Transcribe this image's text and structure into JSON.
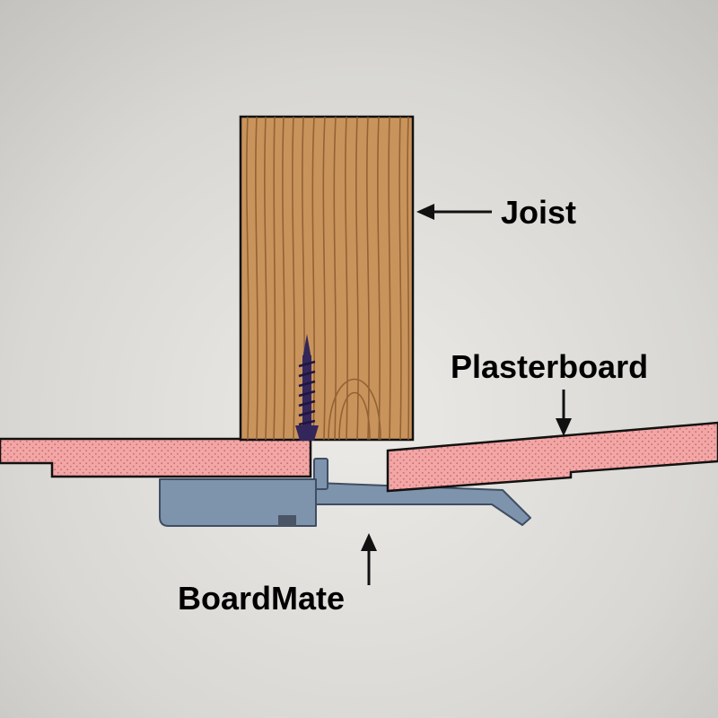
{
  "diagram": {
    "labels": {
      "joist": "Joist",
      "plasterboard": "Plasterboard",
      "boardmate": "BoardMate"
    },
    "colors": {
      "bg_center": "#eceae6",
      "bg_mid": "#d8d7d3",
      "bg_edge": "#c2c1bd",
      "wood": "#c9945c",
      "wood_grain": "#8a5a2e",
      "plasterboard": "#f2a6a6",
      "plasterboard_dot": "#c96a6a",
      "outline": "#111111",
      "bracket": "#7e93ac",
      "bracket_outline": "#3f4e63",
      "bracket_notch": "#4a5568",
      "screw": "#33265a",
      "screw_thread": "#1f1540",
      "arrow": "#111111"
    }
  }
}
